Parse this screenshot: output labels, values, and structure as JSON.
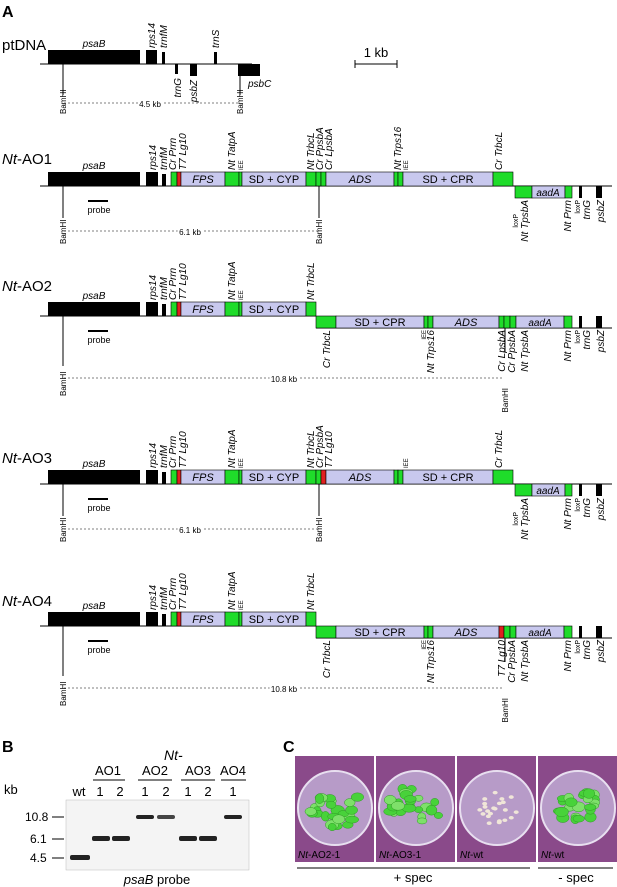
{
  "panel_letters": {
    "a": "A",
    "b": "B",
    "c": "C"
  },
  "ptdna": {
    "label": "ptDNA",
    "genes_top": [
      "psaB",
      "rps14",
      "trnfM",
      "trnS"
    ],
    "genes_bottom": [
      "trnG",
      "psbZ",
      "psbC"
    ],
    "scale": "1 kb",
    "site": "BamHI",
    "dist": "4.5 kb"
  },
  "constructs": [
    {
      "label_prefix": "Nt",
      "label_suffix": "-AO1",
      "top_labels": [
        "psaB",
        "rps14",
        "trnfM",
        "Cr Prrn",
        "T7 Lg10",
        "Nt TatpA",
        "IEE",
        "Nt TrbcL",
        "Cr PpsbA",
        "Cr LpsbA",
        "Nt Trps16",
        "IEE",
        "Cr TrbcL"
      ],
      "boxes": [
        "FPS",
        "SD + CYP",
        "ADS",
        "SD + CPR"
      ],
      "bottom_labels": [
        "loxP",
        "Nt TpsbA",
        "aadA",
        "Nt Prrn",
        "loxP",
        "trnG",
        "psbZ"
      ],
      "probe": "probe",
      "site": "BamHI",
      "dist": "6.1 kb"
    },
    {
      "label_prefix": "Nt",
      "label_suffix": "-AO2",
      "top_labels": [
        "psaB",
        "rps14",
        "trnfM",
        "Cr Prrn",
        "T7 Lg10",
        "Nt TatpA",
        "IEE",
        "Nt TrbcL"
      ],
      "boxes": [
        "FPS",
        "SD + CYP",
        "SD + CPR",
        "ADS",
        "aadA"
      ],
      "bottom_labels": [
        "Cr TrbcL",
        "IEE",
        "Nt Trps16",
        "Cr LpsbA",
        "Cr PpsbA",
        "Nt TpsbA",
        "Nt Prrn",
        "loxP",
        "trnG",
        "psbZ"
      ],
      "probe": "probe",
      "site": "BamHI",
      "dist": "10.8 kb"
    },
    {
      "label_prefix": "Nt",
      "label_suffix": "-AO3",
      "top_labels": [
        "psaB",
        "rps14",
        "trnfM",
        "Cr Prrn",
        "T7 Lg10",
        "Nt TatpA",
        "IEE",
        "Nt TrbcL",
        "Cr PpsbA",
        "T7 Lg10",
        "IEE",
        "Cr TrbcL"
      ],
      "boxes": [
        "FPS",
        "SD + CYP",
        "ADS",
        "SD + CPR",
        "aadA"
      ],
      "bottom_labels": [
        "loxP",
        "Nt TpsbA",
        "Nt Prrn",
        "loxP",
        "trnG",
        "psbZ"
      ],
      "probe": "probe",
      "site": "BamHI",
      "dist": "6.1 kb"
    },
    {
      "label_prefix": "Nt",
      "label_suffix": "-AO4",
      "top_labels": [
        "psaB",
        "rps14",
        "trnfM",
        "Cr Prrn",
        "T7 Lg10",
        "Nt TatpA",
        "IEE",
        "Nt TrbcL"
      ],
      "boxes": [
        "FPS",
        "SD + CYP",
        "SD + CPR",
        "ADS",
        "aadA"
      ],
      "bottom_labels": [
        "Cr TrbcL",
        "IEE",
        "Nt Trps16",
        "T7 Lg10",
        "Cr PpsbA",
        "Nt TpsbA",
        "Nt Prrn",
        "loxP",
        "trnG",
        "psbZ"
      ],
      "probe": "probe",
      "site": "BamHI",
      "dist": "10.8 kb"
    }
  ],
  "blot": {
    "kb_label": "kb",
    "markers": [
      "10.8",
      "6.1",
      "4.5"
    ],
    "lane_wt": "wt",
    "header_nt": "Nt-",
    "groups": [
      "AO1",
      "AO2",
      "AO3",
      "AO4"
    ],
    "lanes": [
      "1",
      "2",
      "1",
      "2",
      "1",
      "2",
      "1"
    ],
    "probe_prefix": "psaB",
    "probe_suffix": " probe"
  },
  "plates": {
    "labels_prefix": [
      "Nt",
      "Nt",
      "Nt",
      "Nt"
    ],
    "labels_suffix": [
      "-AO2-1",
      "-AO3-1",
      "-wt",
      "-wt"
    ],
    "plus_spec": "+ spec",
    "minus_spec": "- spec"
  },
  "colors": {
    "green": "#1fdc2a",
    "lavender": "#c8c8ee",
    "red": "#e02020",
    "plate_bg": "#8a4a8a"
  }
}
